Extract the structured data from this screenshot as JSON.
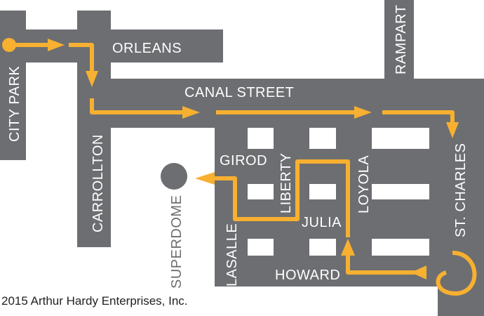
{
  "map": {
    "streets": {
      "city_park": "CITY PARK",
      "orleans": "ORLEANS",
      "rampart": "RAMPART",
      "canal": "CANAL  STREET",
      "carrollton": "CARROLLTON",
      "girod": "GIROD",
      "liberty": "LIBERTY",
      "loyola": "LOYOLA",
      "st_charles": "ST. CHARLES",
      "julia": "JULIA",
      "lasalle": "LASALLE",
      "howard": "HOWARD"
    },
    "landmark": "SUPERDOME",
    "colors": {
      "road": "#6d6e71",
      "route": "#f7b030",
      "label_on_road": "#ffffff",
      "landmark_text": "#6d6e71"
    }
  },
  "copyright": "2015 Arthur Hardy Enterprises, Inc."
}
